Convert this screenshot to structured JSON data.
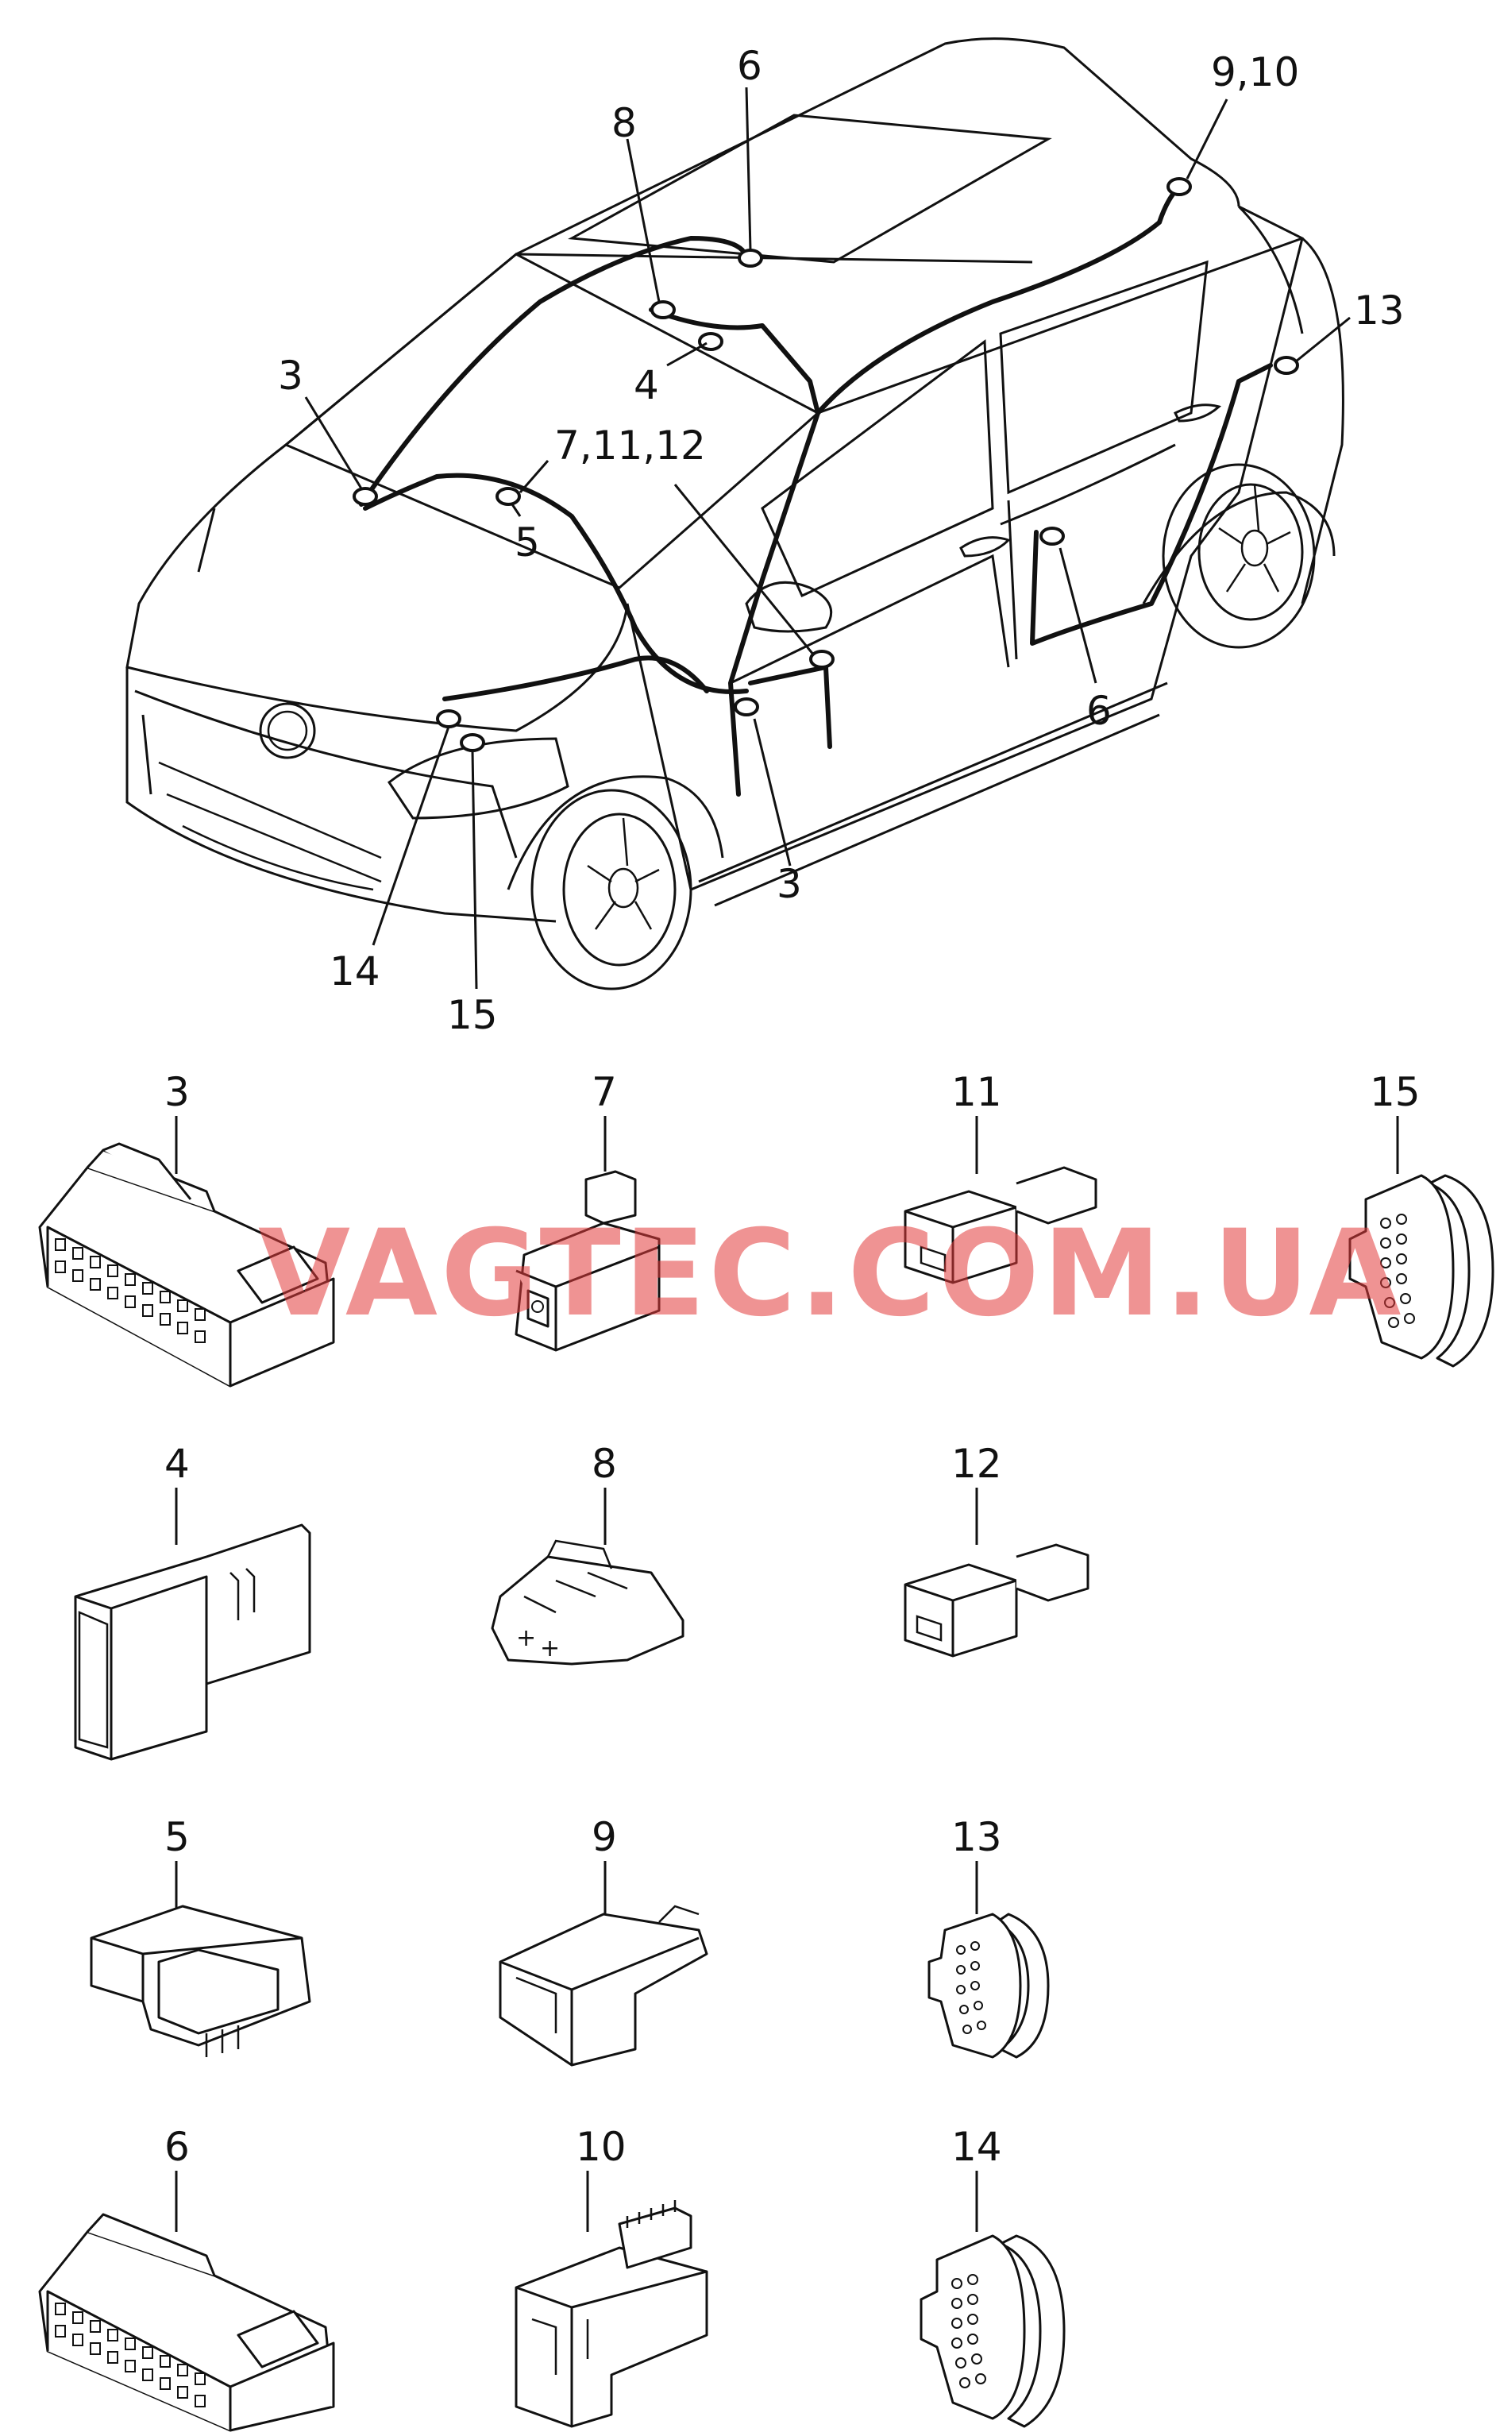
{
  "car_callouts": {
    "c6_top": "6",
    "c8": "8",
    "c9_10": "9,10",
    "c13": "13",
    "c3_left": "3",
    "c4": "4",
    "c7_11_12": "7,11,12",
    "c5": "5",
    "c6_right": "6",
    "c3_bottom": "3",
    "c14": "14",
    "c15": "15"
  },
  "parts": {
    "p3": "3",
    "p7": "7",
    "p11": "11",
    "p15": "15",
    "p4": "4",
    "p8": "8",
    "p12": "12",
    "p5": "5",
    "p9": "9",
    "p13": "13",
    "p6": "6",
    "p10": "10",
    "p14": "14"
  },
  "watermark": "VAGTEC.COM.UA",
  "colors": {
    "line": "#111111",
    "watermark": "#e23b3b",
    "background": "#ffffff"
  }
}
